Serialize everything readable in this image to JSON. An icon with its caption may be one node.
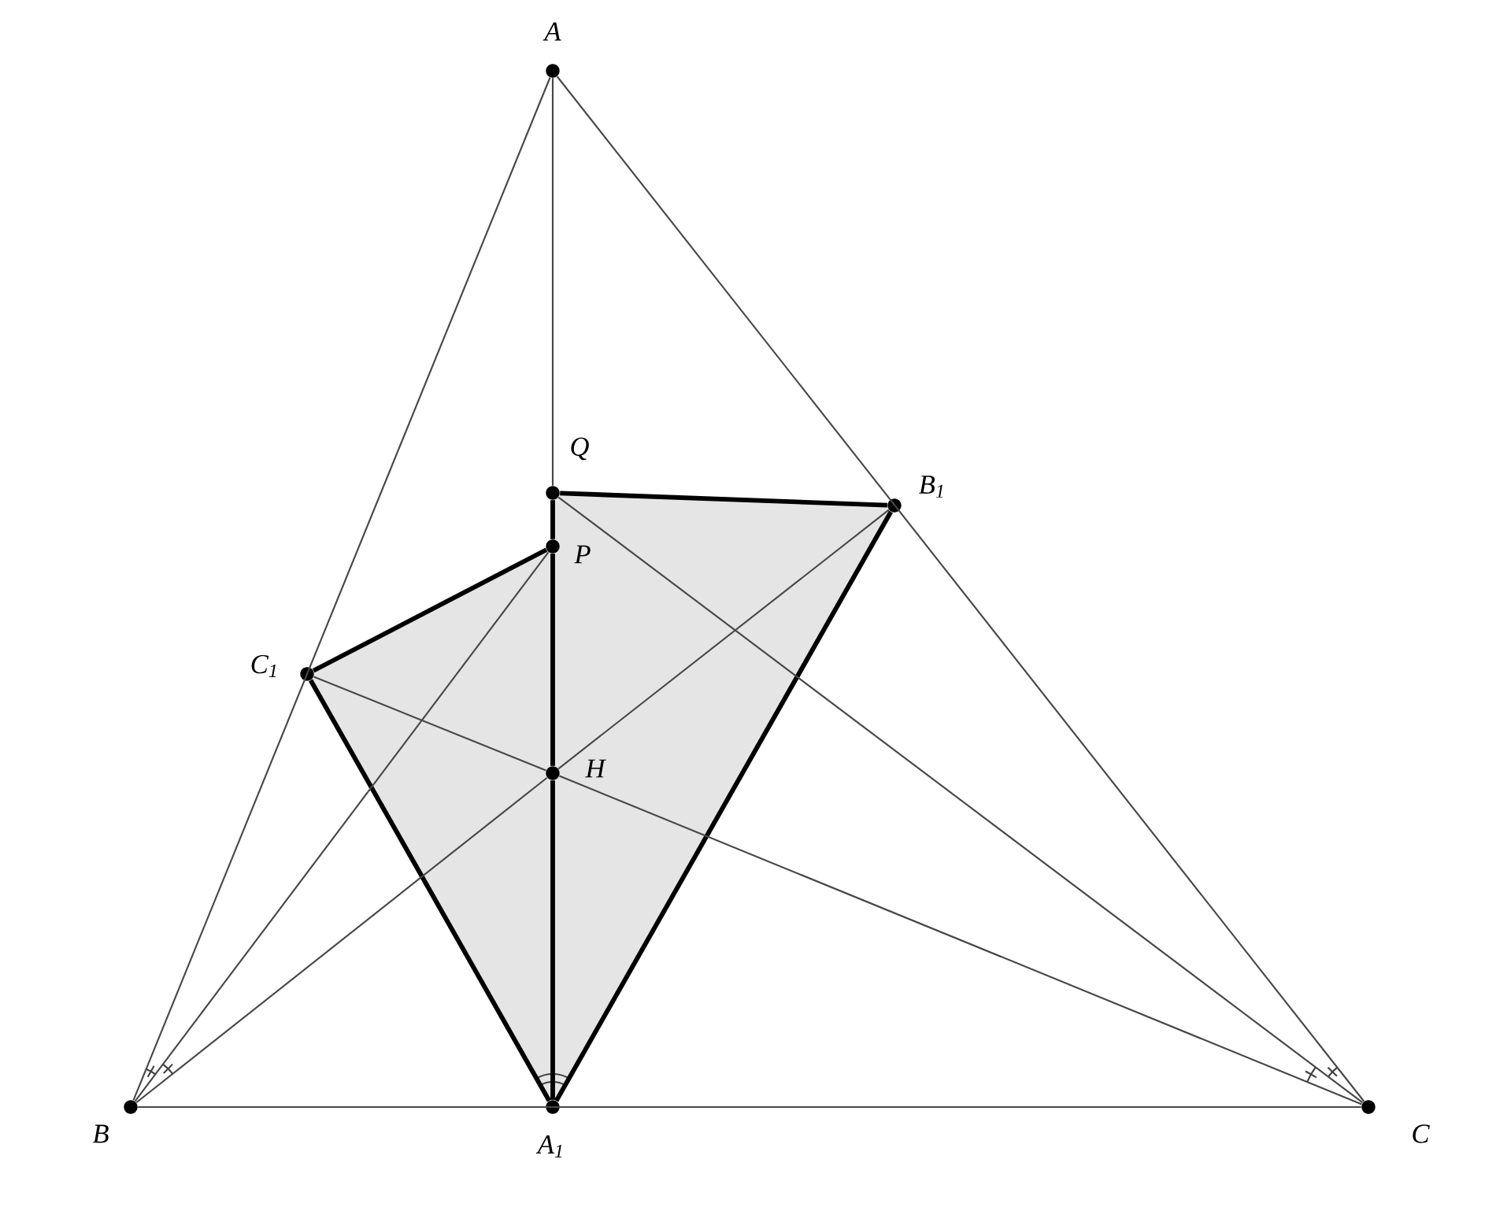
{
  "diagram": {
    "nodes": [
      {
        "text": [
          "A"
        ]
      },
      {
        "text": [
          "Q"
        ]
      },
      {
        "text": [
          "B$_{1}$"
        ]
      },
      {
        "text": [
          "P"
        ]
      },
      {
        "text": [
          "C$_{1}$"
        ]
      },
      {
        "text": [
          "H"
        ]
      },
      {
        "text": [
          "B"
        ]
      },
      {
        "text": [
          "A$_{1}$"
        ]
      },
      {
        "text": [
          "C"
        ]
      }
    ],
    "edges": [
      {
        "from": 0,
        "to": 6,
        "arrow": "none"
      },
      {
        "from": 0,
        "to": 8,
        "arrow": "none"
      },
      {
        "from": 6,
        "to": 8,
        "arrow": "none"
      },
      {
        "from": 0,
        "to": 1,
        "arrow": "none"
      },
      {
        "from": 1,
        "to": 2,
        "arrow": "none",
        "style": "thick"
      },
      {
        "from": 2,
        "to": 7,
        "arrow": "none",
        "style": "thick"
      },
      {
        "from": 7,
        "to": 4,
        "arrow": "none",
        "style": "thick"
      },
      {
        "from": 4,
        "to": 3,
        "arrow": "none",
        "style": "thick"
      },
      {
        "from": 1,
        "to": 3,
        "arrow": "none",
        "style": "thick"
      },
      {
        "from": 3,
        "to": 5,
        "arrow": "none",
        "style": "thick"
      },
      {
        "from": 5,
        "to": 7,
        "arrow": "none",
        "style": "thick"
      },
      {
        "from": 6,
        "to": 5,
        "arrow": "none"
      },
      {
        "from": 5,
        "to": 2,
        "arrow": "none"
      },
      {
        "from": 8,
        "to": 5,
        "arrow": "none"
      },
      {
        "from": 5,
        "to": 4,
        "arrow": "none"
      },
      {
        "from": 6,
        "to": 3,
        "arrow": "none"
      },
      {
        "from": 8,
        "to": 1,
        "arrow": "none"
      }
    ]
  }
}
